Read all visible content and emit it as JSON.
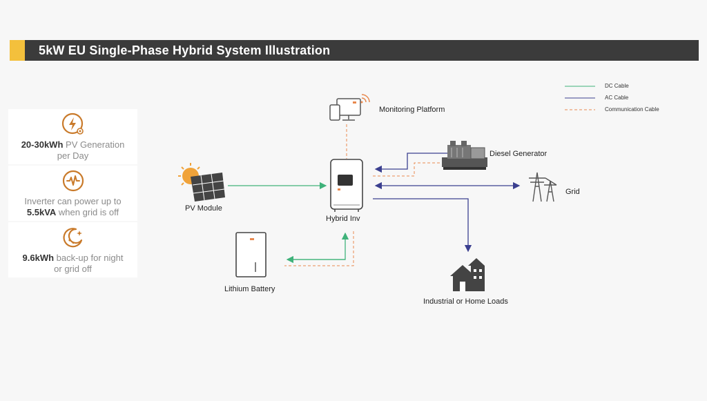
{
  "title": "5kW EU Single-Phase Hybrid System Illustration",
  "cards": [
    {
      "icon": "lightning-icon",
      "bold": "20-30kWh",
      "text_a": " PV Generation",
      "text_b": "per Day"
    },
    {
      "icon": "waveform-icon",
      "text_a": "Inverter can power up to",
      "bold": "5.5kVA",
      "text_b": " when grid is off"
    },
    {
      "icon": "moon-star-icon",
      "bold": "9.6kWh",
      "text_a": " back-up for night",
      "text_b": "or grid off"
    }
  ],
  "legend": {
    "dc": "DC Cable",
    "ac": "AC Cable",
    "comm": "Communication Cable"
  },
  "nodes": {
    "monitoring": "Monitoring Platform",
    "diesel": "Diesel Generator",
    "grid": "Grid",
    "pv": "PV Module",
    "inverter": "Hybrid Inv",
    "battery": "Lithium Battery",
    "loads": "Industrial or Home Loads"
  },
  "colors": {
    "dc": "#3fb27a",
    "ac": "#3b3f8f",
    "comm": "#e8894f",
    "accent": "#f3c03c",
    "icon": "#c97a2a"
  }
}
